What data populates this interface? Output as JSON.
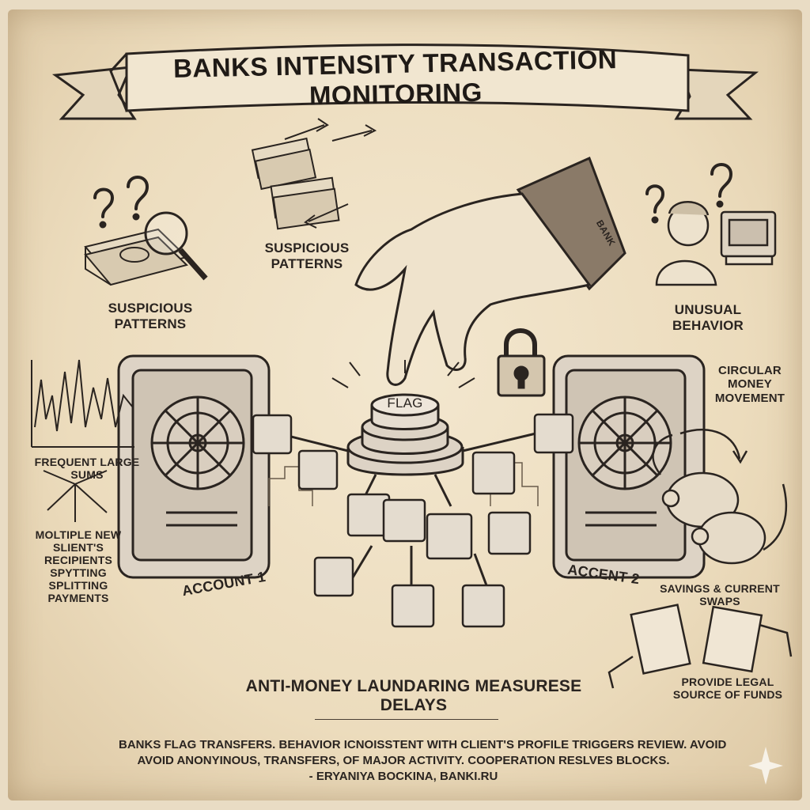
{
  "title": "BANKS INTENSITY TRANSACTION MONITORING",
  "labels": {
    "suspicious_patterns_left": "SUSPICIOUS PATTERNS",
    "suspicious_patterns_center_line1": "SUSPICIOUS",
    "suspicious_patterns_center_line2": "PATTERNS",
    "unusual_behavior": "UNUSUAL BEHAVIOR",
    "circular_line1": "CIRCULAR",
    "circular_line2": "MONEY",
    "circular_line3": "MOVEMENT",
    "frequent_large_sums": "FREQUENT LARGE SUMS",
    "multiple_line1": "MOLTIPLE NEW",
    "multiple_line2": "SLIENT'S RECIPIENTS",
    "multiple_line3": "SPYTTING",
    "multiple_line4": "SPLITTING PAYMENTS",
    "account1": "ACCOUNT 1",
    "account2": "ACCENT 2",
    "savings_swaps": "SAVINGS & CURRENT SWAPS",
    "provide_line1": "PROVIDE LEGAL",
    "provide_line2": "SOURCE OF FUNDS",
    "aml_delays": "ANTI-MONEY LAUNDARING MEASURESE DELAYS",
    "flag_button": "FLAG",
    "sleeve_text": "BANK"
  },
  "caption": {
    "line1": "BANKS FLAG TRANSFERS. BEHAVIOR ICNOISSTENT WITH CLIENT'S PROFILE TRIGGERS REVIEW. AVOID",
    "line2": "AVOID ANONYINOUS, TRANSFERS, OF MAJOR ACTIVITY. COOPERATION RESLVES BLOCKS.",
    "line3": "- ERYANIYA BOCKINA, BANKI.RU"
  },
  "colors": {
    "paper": "#efe2c8",
    "ink": "#2a2420",
    "metal": "#d9cfc2"
  },
  "icons": [
    "banner-ribbon",
    "question-mark-icon",
    "magnifier-icon",
    "cash-stack-icon",
    "hand-icon",
    "padlock-icon",
    "vault-icon",
    "flag-button-icon",
    "chain-block-icon",
    "piggy-bank-icon",
    "line-chart-icon",
    "split-arrows-icon",
    "document-icon",
    "person-at-computer-icon",
    "sparkle-icon"
  ]
}
